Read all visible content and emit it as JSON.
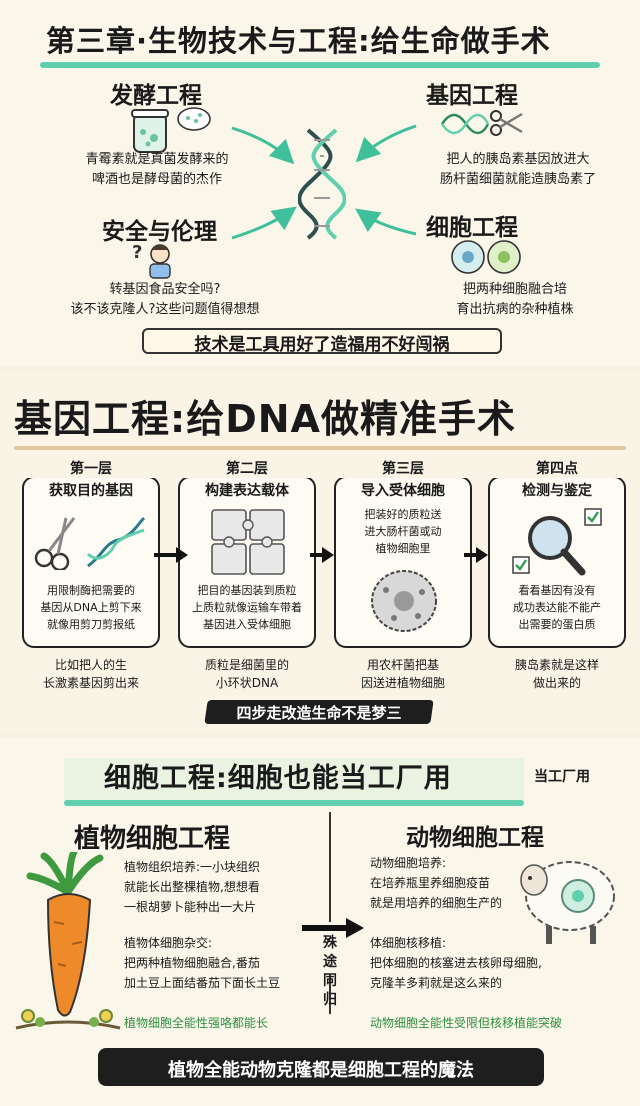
{
  "section1": {
    "title": "第三章·生物技术与工程:给生命做手术",
    "fermentation": {
      "heading": "发酵工程",
      "line1": "青霉素就是真菌发酵来的",
      "line2": "啤酒也是酵母菌的杰作"
    },
    "gene": {
      "heading": "基因工程",
      "line1": "把人的胰岛素基因放进大",
      "line2": "肠杆菌细菌就能造胰岛素了"
    },
    "safety": {
      "heading": "安全与伦理",
      "line1": "转基因食品安全吗?",
      "line2": "该不该克隆人?这些问题值得想想"
    },
    "cell": {
      "heading": "细胞工程",
      "line1": "把两种细胞融合培",
      "line2": "育出抗病的杂种植株"
    },
    "banner": "技术是工具用好了造福用不好闯祸"
  },
  "section2": {
    "title": "基因工程:给DNA做精准手术",
    "steps": [
      {
        "layer": "第一层",
        "name": "获取目的基因",
        "desc": [
          "用限制酶把需要的",
          "基因从DNA上剪下来",
          "就像用剪刀剪报纸"
        ],
        "note": [
          "比如把人的生",
          "长激素基因剪出来"
        ]
      },
      {
        "layer": "第二层",
        "name": "构建表达载体",
        "desc": [
          "把目的基因装到质粒",
          "上质粒就像运输车带着",
          "基因进入受体细胞"
        ],
        "note": [
          "质粒是细菌里的",
          "小环状DNA"
        ]
      },
      {
        "layer": "第三层",
        "name": "导入受体细胞",
        "desc": [
          "把装好的质粒送",
          "进大肠杆菌或动",
          "植物细胞里"
        ],
        "note": [
          "用农杆菌把基",
          "因送进植物细胞"
        ]
      },
      {
        "layer": "第四点",
        "name": "检测与鉴定",
        "desc": [
          "看看基因有没有",
          "成功表达能不能产",
          "出需要的蛋白质"
        ],
        "note": [
          "胰岛素就是这样",
          "做出来的"
        ]
      }
    ],
    "banner": "四步走改造生命不是梦三"
  },
  "section3": {
    "title": "细胞工程:细胞也能当工厂用",
    "side_label": "当工厂用",
    "plant": {
      "heading": "植物细胞工程",
      "p1": [
        "植物组织培养:一小块组织",
        "就能长出整棵植物,想想看",
        "一根胡萝卜能种出一大片"
      ],
      "p2": [
        "植物体细胞杂交:",
        "把两种植物细胞融合,番茄",
        "加土豆上面结番茄下面长土豆"
      ],
      "summary": "植物细胞全能性强咯都能长"
    },
    "animal": {
      "heading": "动物细胞工程",
      "p1": [
        "动物细胞培养:",
        "在培养瓶里养细胞疫苗",
        "就是用培养的细胞生产的"
      ],
      "p2": [
        "体细胞核移植:",
        "把体细胞的核塞进去核卵母细胞,",
        "克隆羊多莉就是这么来的"
      ],
      "summary": "动物细胞全能性受限但核移植能突破"
    },
    "divider_label": [
      "殊",
      "途",
      "同",
      "归"
    ],
    "banner": "植物全能动物克隆都是细胞工程的魔法"
  },
  "colors": {
    "accent": "#5fcfae",
    "green_text": "#2f8f3f",
    "banner_dark": "#1e1e1e"
  },
  "icons": [
    "jar-icon",
    "thought-bubble-icon",
    "dna-icon",
    "scissors-icon",
    "person-question-icon",
    "cells-icon",
    "puzzle-icon",
    "cell-icon",
    "magnifier-icon",
    "check-icon",
    "arrow-icon",
    "carrot-icon",
    "sheep-icon"
  ]
}
